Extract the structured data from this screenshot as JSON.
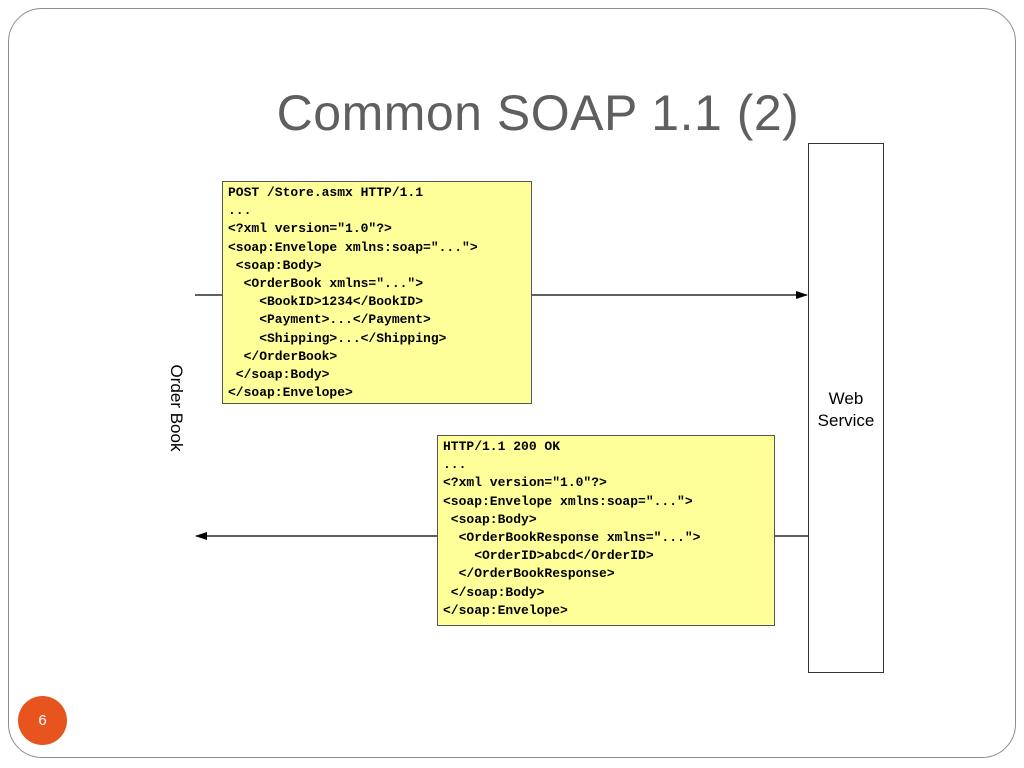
{
  "slide": {
    "title": "Common SOAP 1.1 (2)",
    "page_number": "6"
  },
  "client": {
    "label": "Order Book"
  },
  "server": {
    "label": "Web\nService"
  },
  "request": {
    "lines": [
      "POST /Store.asmx HTTP/1.1",
      "...",
      "<?xml version=\"1.0\"?>",
      "<soap:Envelope xmlns:soap=\"...\">",
      " <soap:Body>",
      "  <OrderBook xmlns=\"...\">",
      "    <BookID>1234</BookID>",
      "    <Payment>...</Payment>",
      "    <Shipping>...</Shipping>",
      "  </OrderBook>",
      " </soap:Body>",
      "</soap:Envelope>"
    ]
  },
  "response": {
    "lines": [
      "HTTP/1.1 200 OK",
      "...",
      "<?xml version=\"1.0\"?>",
      "<soap:Envelope xmlns:soap=\"...\">",
      " <soap:Body>",
      "  <OrderBookResponse xmlns=\"...\">",
      "    <OrderID>abcd</OrderID>",
      "  </OrderBookResponse>",
      " </soap:Body>",
      "</soap:Envelope>"
    ]
  },
  "colors": {
    "code_box_fill": "#ffff99",
    "badge": "#e8541e",
    "title": "#5f5f5f"
  }
}
